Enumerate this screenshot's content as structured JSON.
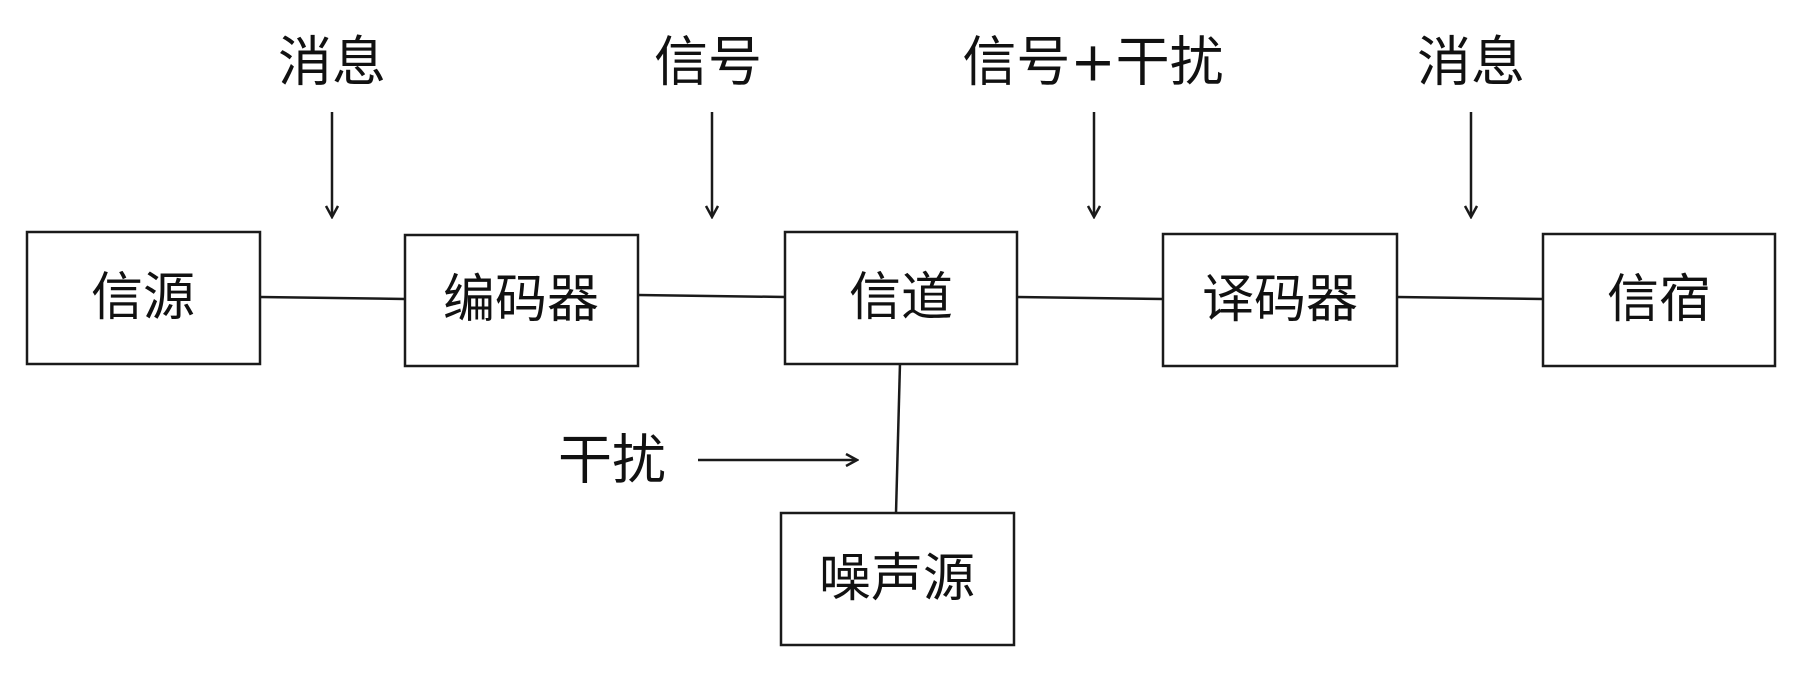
{
  "diagram": {
    "boxes": {
      "source": "信源",
      "encoder": "编码器",
      "channel": "信道",
      "decoder": "译码器",
      "sink": "信宿",
      "noise_source": "噪声源"
    },
    "labels": {
      "message_in": "消息",
      "signal": "信号",
      "signal_plus_noise": "信号+干扰",
      "message_out": "消息",
      "interference": "干扰"
    }
  }
}
